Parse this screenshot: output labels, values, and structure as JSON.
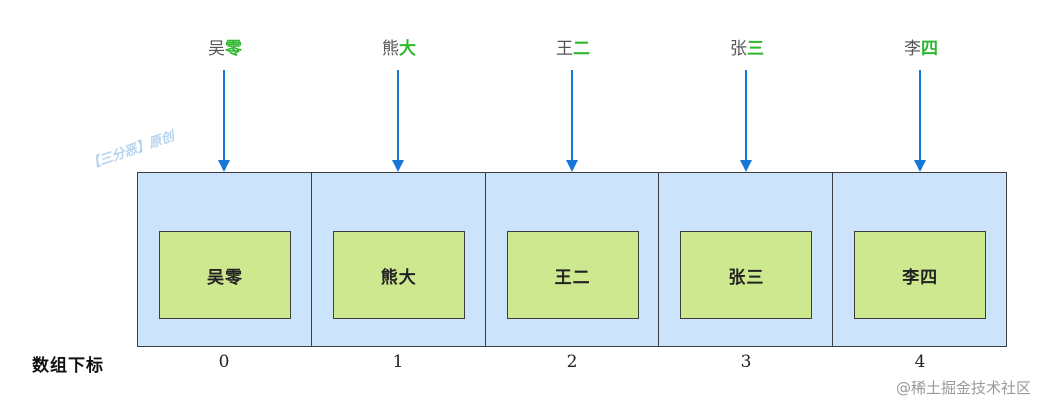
{
  "top_labels": [
    {
      "prefix": "吴",
      "highlight": "零"
    },
    {
      "prefix": "熊",
      "highlight": "大"
    },
    {
      "prefix": "王",
      "highlight": "二"
    },
    {
      "prefix": "张",
      "highlight": "三"
    },
    {
      "prefix": "李",
      "highlight": "四"
    }
  ],
  "cells": [
    "吴零",
    "熊大",
    "王二",
    "张三",
    "李四"
  ],
  "indices": [
    "0",
    "1",
    "2",
    "3",
    "4"
  ],
  "row_label": "数组下标",
  "watermark": "【三分恶】原创",
  "credit": "@稀土掘金技术社区",
  "colors": {
    "arrow": "#1677d9",
    "highlight_text": "#2eb82e",
    "array_background": "#cce4fb",
    "cell_fill": "#cde88e",
    "border": "#3d3d3d"
  }
}
